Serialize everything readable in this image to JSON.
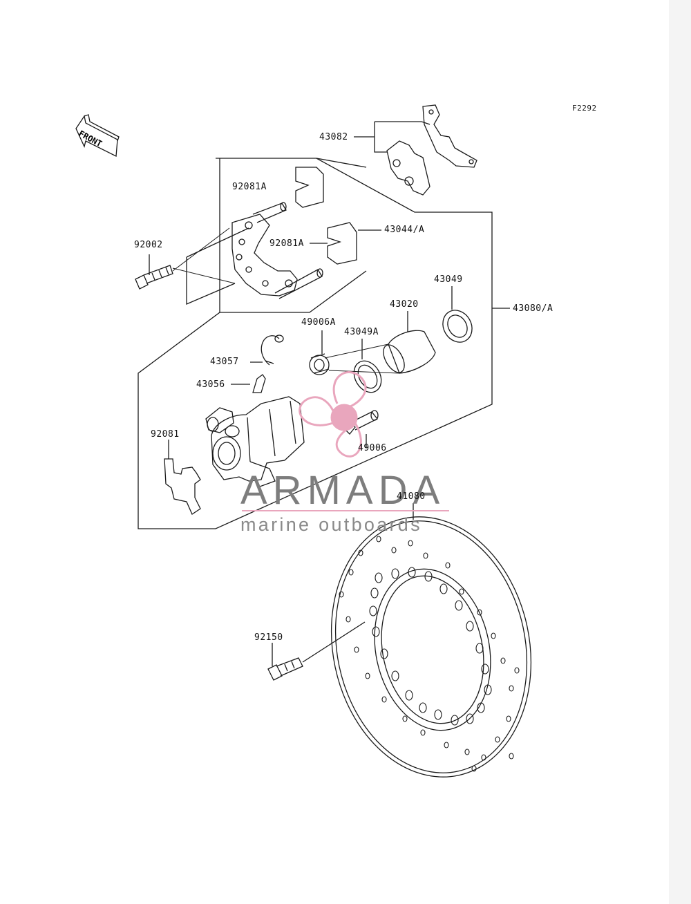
{
  "diagram_id": "F2292",
  "front_label": "FRONT",
  "watermark": {
    "title": "ARMADA",
    "subtitle": "marine outboards"
  },
  "callouts": {
    "p43082": "43082",
    "p92081A_top": "92081A",
    "p43044A": "43044/A",
    "p92081A_mid": "92081A",
    "p92002": "92002",
    "p43049": "43049",
    "p43020": "43020",
    "p43080A": "43080/A",
    "p49006A": "49006A",
    "p43049A": "43049A",
    "p43057": "43057",
    "p43056": "43056",
    "p92081": "92081",
    "p49006": "49006",
    "p41080": "41080",
    "p92150": "92150"
  },
  "colors": {
    "line": "#1a1a1a",
    "watermark_pink": "#e9a6bd",
    "watermark_gray": "#7d7d7d"
  }
}
